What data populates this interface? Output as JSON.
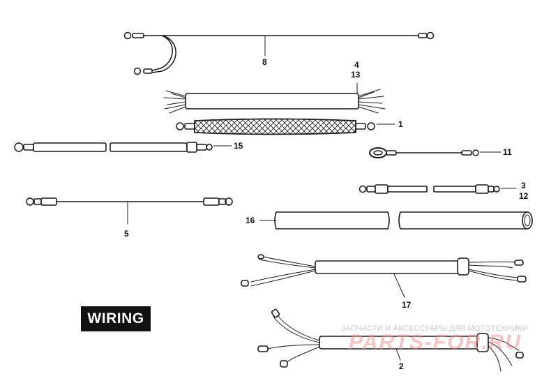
{
  "title_badge": "WIRING",
  "watermark": {
    "text": "ЗАПЧАСТИ И АКСЕССУАРЫ ДЛЯ МОТОТЕХНИКИ",
    "logo": "PARTS-FOR.RU"
  },
  "callouts": {
    "c1": "1",
    "c2": "2",
    "c3": "3",
    "c4": "4",
    "c5": "5",
    "c8": "8",
    "c11": "11",
    "c12": "12",
    "c13": "13",
    "c15": "15",
    "c16": "16",
    "c17": "17"
  },
  "colors": {
    "line": "#1a1a1a",
    "badge_bg": "#111111",
    "badge_text": "#ffffff",
    "watermark_text": "#c9c9c9",
    "watermark_logo": "#ec9696"
  }
}
